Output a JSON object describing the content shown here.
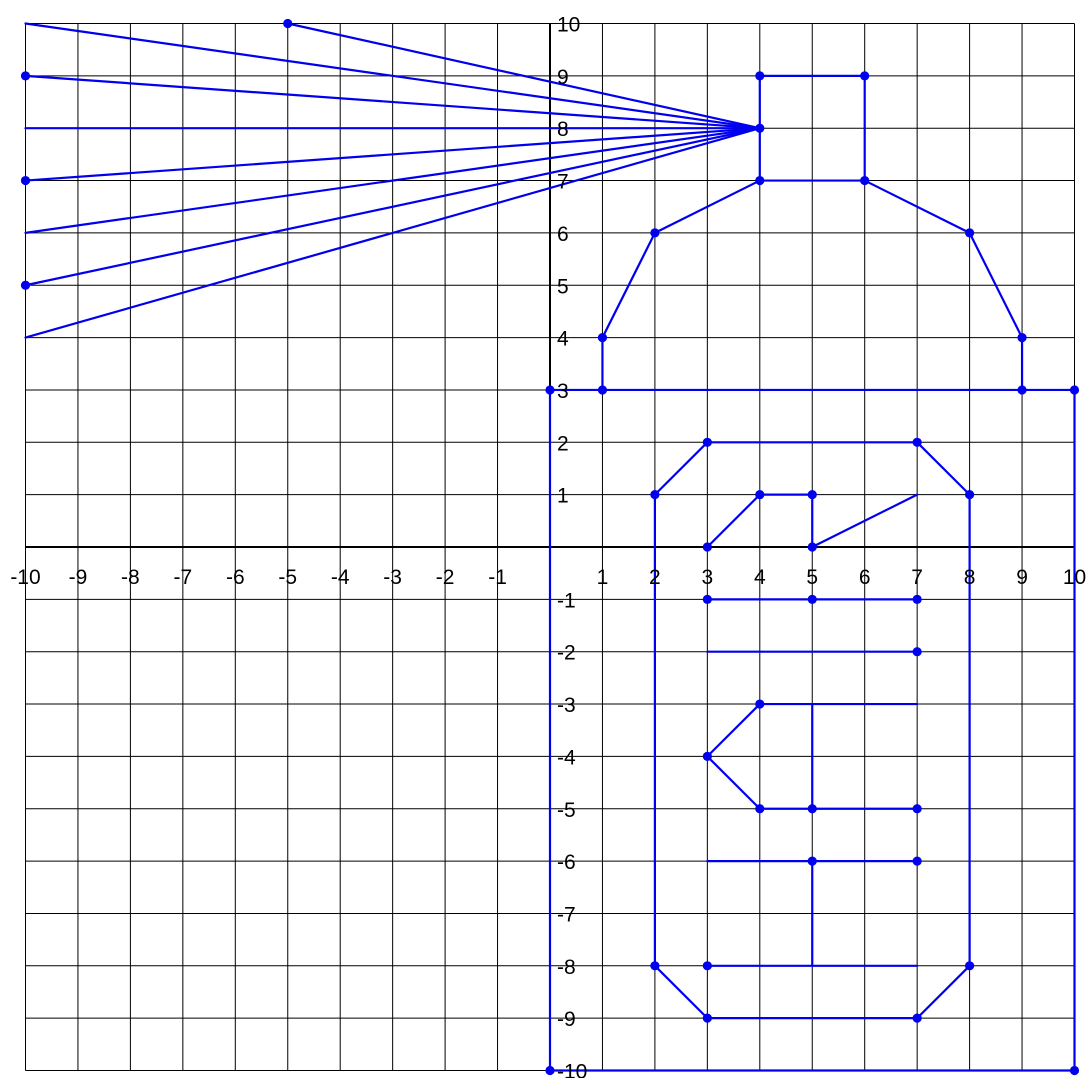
{
  "chart_data": {
    "type": "line",
    "title": "",
    "xlabel": "",
    "ylabel": "",
    "xlim": [
      -10,
      10
    ],
    "ylim": [
      -10,
      10
    ],
    "grid": true,
    "line_color": "#0000ee",
    "axis_color": "#000000",
    "x_tick_labels": [
      "-10",
      "-9",
      "-8",
      "-7",
      "-6",
      "-5",
      "-4",
      "-3",
      "-2",
      "-1",
      "1",
      "2",
      "3",
      "4",
      "5",
      "6",
      "7",
      "8",
      "9",
      "10"
    ],
    "y_tick_labels": [
      "10",
      "9",
      "8",
      "7",
      "6",
      "5",
      "4",
      "3",
      "2",
      "1",
      "-1",
      "-2",
      "-3",
      "-4",
      "-5",
      "-6",
      "-7",
      "-8",
      "-9",
      "-10"
    ],
    "segments": [
      [
        [
          -5,
          10
        ],
        [
          4,
          8
        ]
      ],
      [
        [
          -10,
          10
        ],
        [
          4,
          8
        ]
      ],
      [
        [
          -10,
          9
        ],
        [
          4,
          8
        ]
      ],
      [
        [
          -10,
          8
        ],
        [
          4,
          8
        ]
      ],
      [
        [
          -10,
          7
        ],
        [
          4,
          8
        ]
      ],
      [
        [
          -10,
          6
        ],
        [
          4,
          8
        ]
      ],
      [
        [
          -10,
          5
        ],
        [
          4,
          8
        ]
      ],
      [
        [
          -10,
          4
        ],
        [
          4,
          8
        ]
      ],
      [
        [
          4,
          7
        ],
        [
          4,
          9
        ],
        [
          6,
          9
        ],
        [
          6,
          7
        ]
      ],
      [
        [
          1,
          3
        ],
        [
          1,
          4
        ],
        [
          2,
          6
        ],
        [
          4,
          7
        ],
        [
          6,
          7
        ],
        [
          8,
          6
        ],
        [
          9,
          4
        ],
        [
          9,
          3
        ]
      ],
      [
        [
          0,
          3
        ],
        [
          10,
          3
        ],
        [
          10,
          -10
        ],
        [
          0,
          -10
        ],
        [
          0,
          3
        ]
      ],
      [
        [
          2,
          -8
        ],
        [
          2,
          1
        ],
        [
          3,
          2
        ],
        [
          7,
          2
        ],
        [
          8,
          1
        ],
        [
          8,
          -8
        ],
        [
          7,
          -9
        ],
        [
          3,
          -9
        ],
        [
          2,
          -8
        ]
      ],
      [
        [
          3,
          0
        ],
        [
          4,
          1
        ],
        [
          5,
          1
        ],
        [
          5,
          0
        ],
        [
          7,
          1
        ]
      ],
      [
        [
          3,
          -1
        ],
        [
          7,
          -1
        ]
      ],
      [
        [
          3,
          -2
        ],
        [
          7,
          -2
        ]
      ],
      [
        [
          7,
          -3
        ],
        [
          4,
          -3
        ],
        [
          3,
          -4
        ],
        [
          4,
          -5
        ],
        [
          7,
          -5
        ]
      ],
      [
        [
          5,
          -3
        ],
        [
          5,
          -5
        ]
      ],
      [
        [
          3,
          -6
        ],
        [
          7,
          -6
        ]
      ],
      [
        [
          5,
          -6
        ],
        [
          5,
          -8
        ]
      ],
      [
        [
          3,
          -8
        ],
        [
          7,
          -8
        ]
      ]
    ],
    "points": [
      [
        -5,
        10
      ],
      [
        -10,
        9
      ],
      [
        -10,
        7
      ],
      [
        -10,
        5
      ],
      [
        4,
        8
      ],
      [
        4,
        9
      ],
      [
        6,
        9
      ],
      [
        4,
        7
      ],
      [
        6,
        7
      ],
      [
        1,
        4
      ],
      [
        1,
        3
      ],
      [
        2,
        6
      ],
      [
        8,
        6
      ],
      [
        9,
        4
      ],
      [
        9,
        3
      ],
      [
        0,
        3
      ],
      [
        10,
        3
      ],
      [
        0,
        -10
      ],
      [
        10,
        -10
      ],
      [
        3,
        2
      ],
      [
        7,
        2
      ],
      [
        2,
        1
      ],
      [
        8,
        1
      ],
      [
        4,
        1
      ],
      [
        5,
        1
      ],
      [
        3,
        0
      ],
      [
        5,
        0
      ],
      [
        3,
        -1
      ],
      [
        5,
        -1
      ],
      [
        7,
        -1
      ],
      [
        7,
        -2
      ],
      [
        4,
        -3
      ],
      [
        3,
        -4
      ],
      [
        4,
        -5
      ],
      [
        5,
        -5
      ],
      [
        7,
        -5
      ],
      [
        5,
        -6
      ],
      [
        7,
        -6
      ],
      [
        2,
        -8
      ],
      [
        3,
        -8
      ],
      [
        8,
        -8
      ],
      [
        3,
        -9
      ],
      [
        7,
        -9
      ]
    ]
  }
}
